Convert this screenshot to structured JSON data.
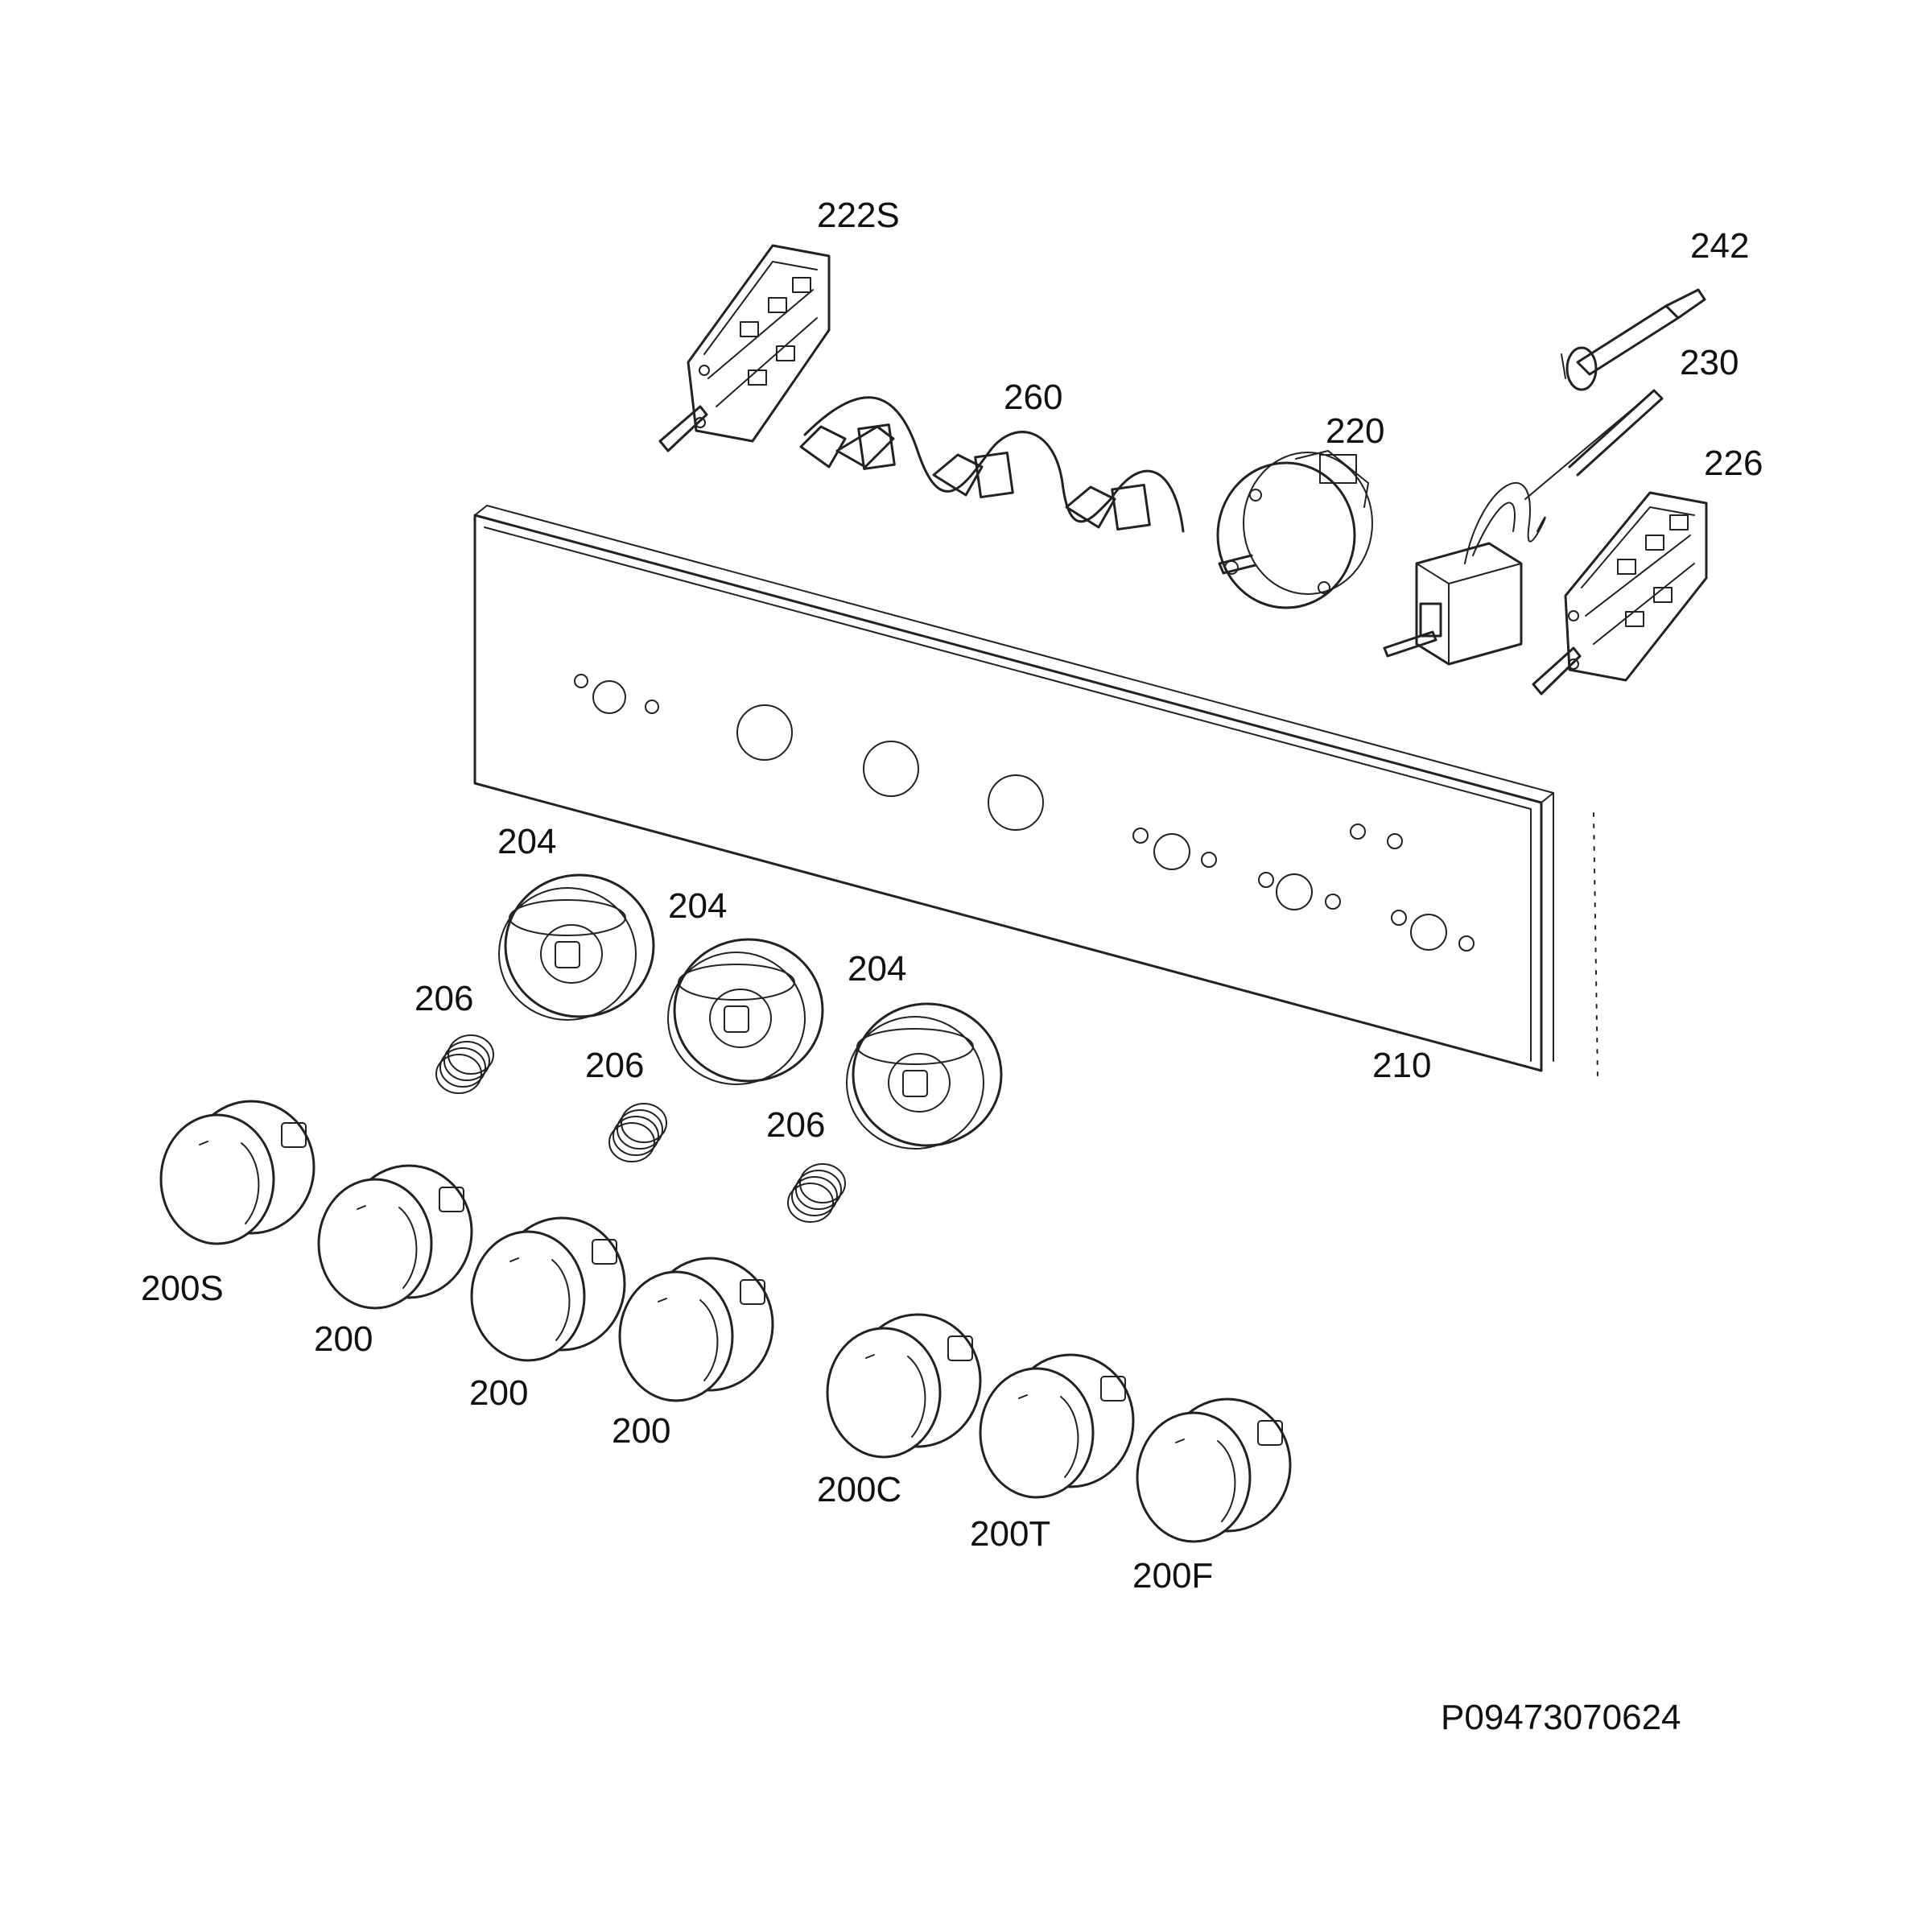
{
  "diagram": {
    "part_labels": {
      "p222S": "222S",
      "p260": "260",
      "p220": "220",
      "p242": "242",
      "p230": "230",
      "p226": "226",
      "p204a": "204",
      "p204b": "204",
      "p204c": "204",
      "p206a": "206",
      "p206b": "206",
      "p206c": "206",
      "p210": "210",
      "p200S": "200S",
      "p200a": "200",
      "p200b": "200",
      "p200c": "200",
      "p200C": "200C",
      "p200T": "200T",
      "p200F": "200F"
    },
    "drawing_code": "P09473070624"
  }
}
